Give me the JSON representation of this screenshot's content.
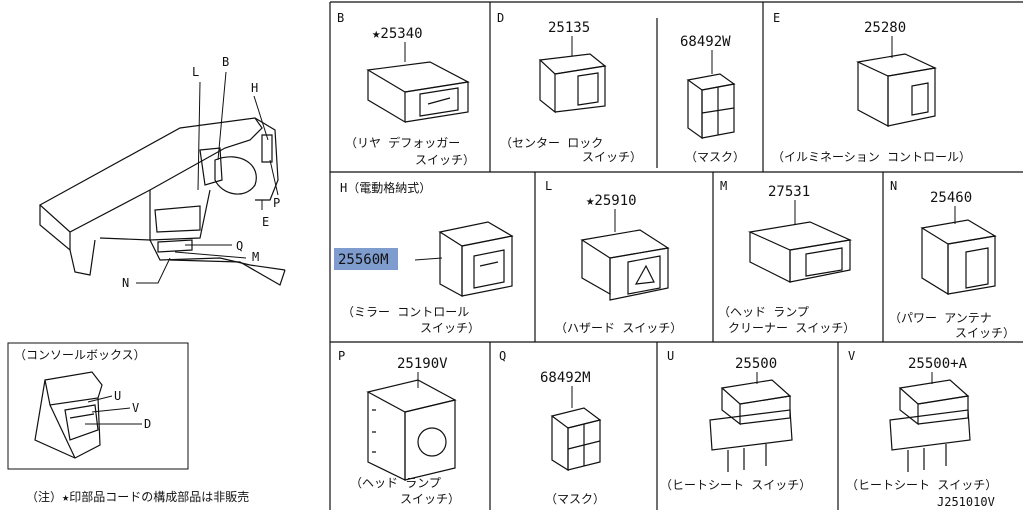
{
  "overview": {
    "callouts": [
      "L",
      "B",
      "H",
      "P",
      "E",
      "Q",
      "M",
      "N"
    ]
  },
  "console": {
    "title": "（コンソールボックス）",
    "callouts": [
      "U",
      "V",
      "D"
    ]
  },
  "note": "（注）★印部品コードの構成部品は非販売",
  "drawing_code": "J251010V",
  "panels": [
    {
      "id": "B",
      "part": "★25340",
      "cap": [
        "（リヤ デフォッガー",
        "スイッチ）"
      ]
    },
    {
      "id": "D",
      "part": "25135",
      "cap": [
        "（センター ロック",
        "スイッチ）"
      ]
    },
    {
      "id": "",
      "part": "68492W",
      "cap": [
        "（マスク）"
      ]
    },
    {
      "id": "E",
      "part": "25280",
      "cap": [
        "（イルミネーション コントロール）"
      ]
    },
    {
      "id": "H（電動格納式）",
      "part": "25560M",
      "cap": [
        "（ミラー コントロール",
        "スイッチ）"
      ]
    },
    {
      "id": "L",
      "part": "★25910",
      "cap": [
        "（ハザード スイッチ）"
      ]
    },
    {
      "id": "M",
      "part": "27531",
      "cap": [
        "（ヘッド ランプ",
        "クリーナー スイッチ）"
      ]
    },
    {
      "id": "N",
      "part": "25460",
      "cap": [
        "（パワー アンテナ",
        "スイッチ）"
      ]
    },
    {
      "id": "P",
      "part": "25190V",
      "cap": [
        "（ヘッド ランプ",
        "スイッチ）"
      ]
    },
    {
      "id": "Q",
      "part": "68492M",
      "cap": [
        "（マスク）"
      ]
    },
    {
      "id": "U",
      "part": "25500",
      "cap": [
        "（ヒートシート スイッチ）"
      ]
    },
    {
      "id": "V",
      "part": "25500+A",
      "cap": [
        "（ヒートシート スイッチ）"
      ]
    }
  ],
  "colors": {
    "highlight": "#7f9ccf",
    "line": "#111111"
  }
}
